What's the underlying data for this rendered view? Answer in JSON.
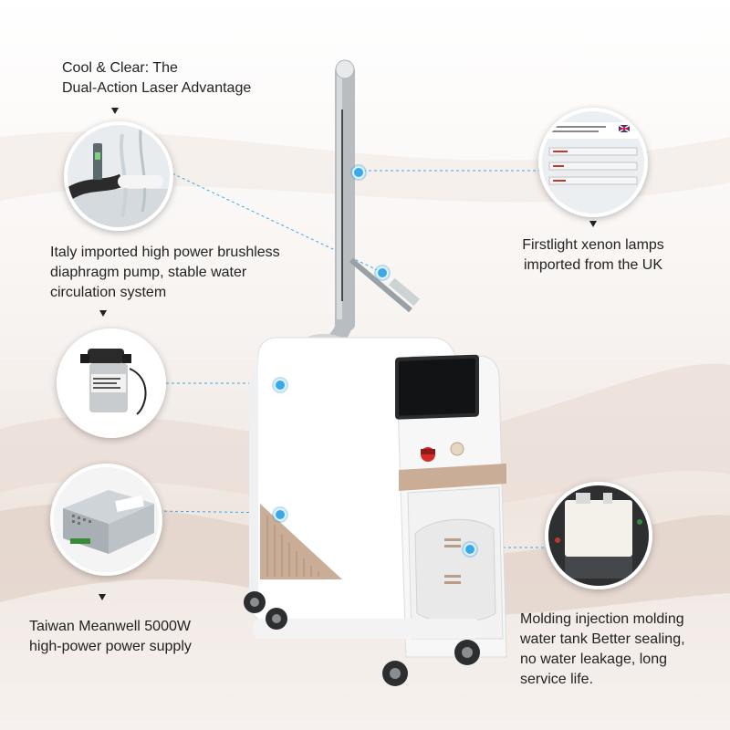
{
  "captions": {
    "cool_clear": "Cool & Clear: The\nDual-Action Laser Advantage",
    "pump": "Italy imported high power brushless\ndiaphragm pump, stable water\ncirculation system",
    "power_supply": "Taiwan Meanwell 5000W\nhigh-power power supply",
    "xenon": "Firstlight xenon lamps\nimported from the UK",
    "water_tank": "Molding injection molding\nwater tank Better sealing,\nno water leakage, long\nservice life."
  },
  "colors": {
    "accent_line": "#39a9e8",
    "machine_body": "#ffffff",
    "machine_trim": "#c9ad97",
    "background": "#f4ede8"
  },
  "icons": {
    "callout_marker": "triangle-down-icon",
    "hotspot": "blue-dot-icon"
  }
}
